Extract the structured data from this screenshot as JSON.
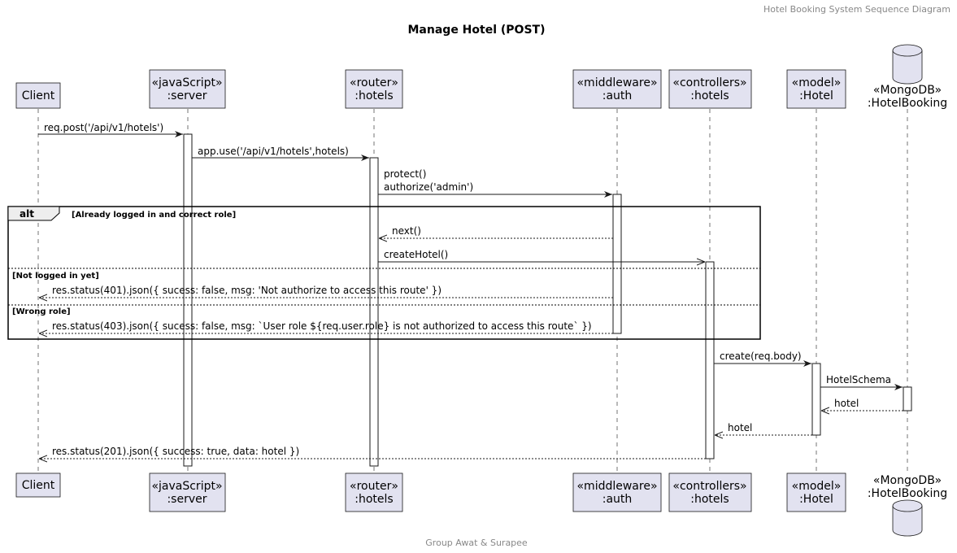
{
  "header": "Hotel Booking System Sequence Diagram",
  "title": "Manage Hotel (POST)",
  "footer": "Group Awat & Surapee",
  "participants": {
    "client": {
      "line1": "Client"
    },
    "server": {
      "line1": "«javaScript»",
      "line2": ":server"
    },
    "router": {
      "line1": "«router»",
      "line2": ":hotels"
    },
    "auth": {
      "line1": "«middleware»",
      "line2": ":auth"
    },
    "controller": {
      "line1": "«controllers»",
      "line2": ":hotels"
    },
    "model": {
      "line1": "«model»",
      "line2": ":Hotel"
    },
    "db": {
      "line1": "«MongoDB»",
      "line2": ":HotelBooking"
    }
  },
  "messages": {
    "m1": "req.post('/api/v1/hotels')",
    "m2": "app.use('/api/v1/hotels',hotels)",
    "m3a": "protect()",
    "m3b": "authorize('admin')",
    "m4": "next()",
    "m5": "createHotel()",
    "m6": "res.status(401).json({ sucess: false, msg: 'Not authorize to access this route' })",
    "m7": "res.status(403).json({ sucess: false, msg: `User role ${req.user.role} is not authorized to access this route` })",
    "m8": "create(req.body)",
    "m9": "HotelSchema",
    "m10": "hotel",
    "m11": "hotel",
    "m12": "res.status(201).json({ success: true, data: hotel })"
  },
  "alt": {
    "label": "alt",
    "guard1": "[Already logged in and correct role]",
    "guard2": "[Not logged in yet]",
    "guard3": "[Wrong role]"
  }
}
